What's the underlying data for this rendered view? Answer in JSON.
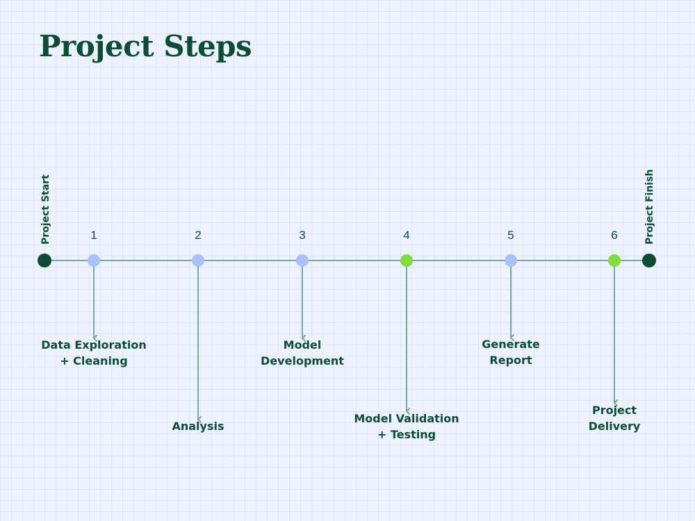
{
  "title": "Project Steps",
  "colors": {
    "text": "#0b4d35",
    "line": "#7aa89c",
    "endpoint": "#0b4d35",
    "node_default": "#a9c1fb",
    "node_highlight": "#7fdd3c"
  },
  "start_label": "Project Start",
  "finish_label": "Project Finish",
  "steps": [
    {
      "number": "1",
      "label_lines": [
        "Data Exploration",
        "+ Cleaning"
      ],
      "highlight": false
    },
    {
      "number": "2",
      "label_lines": [
        "Analysis"
      ],
      "highlight": false
    },
    {
      "number": "3",
      "label_lines": [
        "Model",
        "Development"
      ],
      "highlight": false
    },
    {
      "number": "4",
      "label_lines": [
        "Model Validation",
        "+ Testing"
      ],
      "highlight": true
    },
    {
      "number": "5",
      "label_lines": [
        "Generate",
        "Report"
      ],
      "highlight": false
    },
    {
      "number": "6",
      "label_lines": [
        "Project",
        "Delivery"
      ],
      "highlight": true
    }
  ]
}
